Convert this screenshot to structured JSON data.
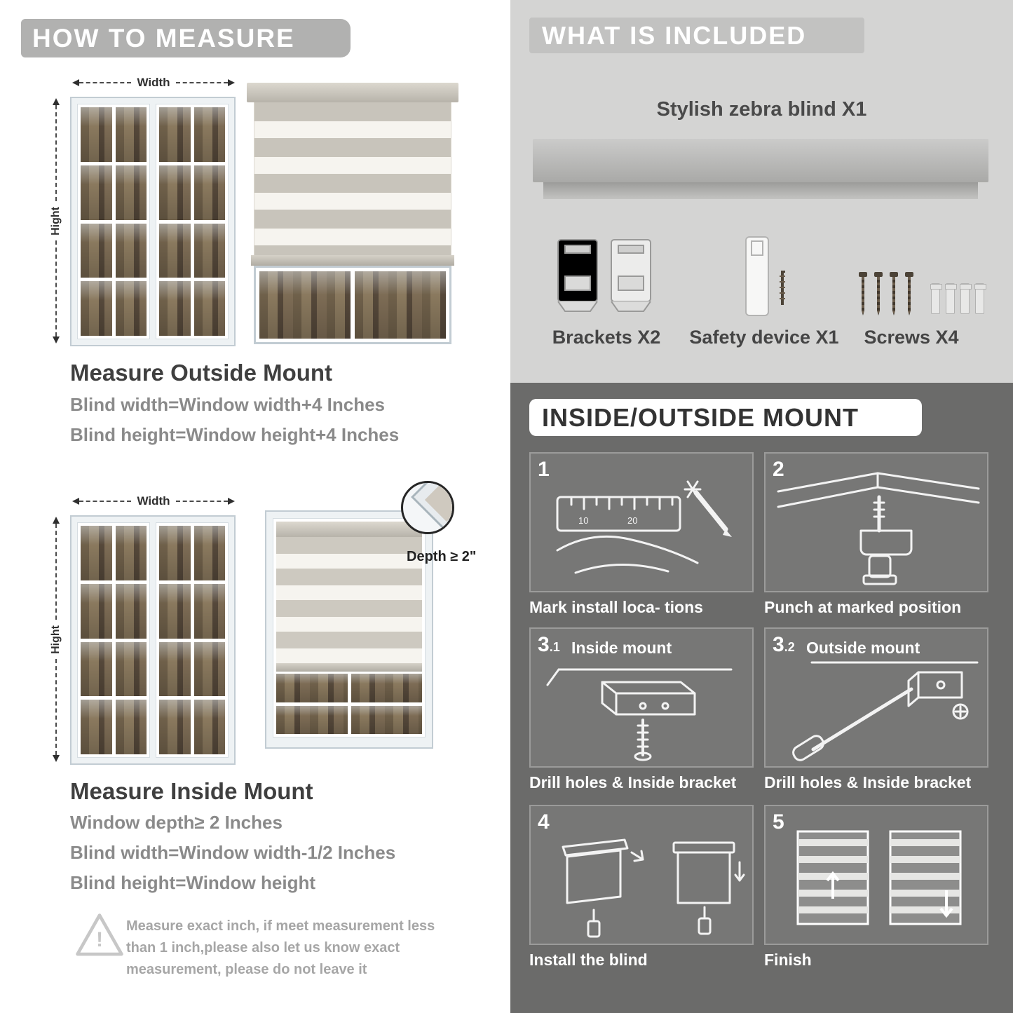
{
  "palette": {
    "light_gray": "#d4d4d3",
    "dark_gray": "#6b6b6a",
    "banner_gray": "#b1b1b0",
    "stripe_gray": "#c8c4bb",
    "stripe_cream": "#f6f4ef"
  },
  "left": {
    "header": "HOW TO MEASURE",
    "outside": {
      "width_label": "Width",
      "height_label": "Hight",
      "title": "Measure Outside Mount",
      "line1": "Blind width=Window width+4 Inches",
      "line2": "Blind height=Window height+4 Inches"
    },
    "inside": {
      "width_label": "Width",
      "height_label": "Hight",
      "depth_callout": "Depth ≥ 2\"",
      "title": "Measure Inside Mount",
      "line1": "Window depth≥ 2 Inches",
      "line2": "Blind width=Window width-1/2 Inches",
      "line3": "Blind height=Window height"
    },
    "note": {
      "icon": "warning-triangle-icon",
      "text": "Measure exact inch, if meet measurement less than 1 inch,please also let us know exact measurement, please do not leave it"
    }
  },
  "included": {
    "header": "WHAT IS INCLUDED",
    "product": "Stylish zebra blind X1",
    "items": [
      {
        "icon": "brackets-icon",
        "label": "Brackets X2"
      },
      {
        "icon": "safety-device-icon",
        "label": "Safety device X1"
      },
      {
        "icon": "screws-icon",
        "label": "Screws X4"
      }
    ]
  },
  "mount": {
    "header": "INSIDE/OUTSIDE MOUNT",
    "steps": [
      {
        "number": "1",
        "caption": "Mark install loca- tions"
      },
      {
        "number": "2",
        "caption": "Punch at  marked position"
      },
      {
        "number": "3",
        "sub": ".1",
        "inner_title": "Inside mount",
        "caption": "Drill holes &  Inside bracket"
      },
      {
        "number": "3",
        "sub": ".2",
        "inner_title": "Outside mount",
        "caption": "Drill holes &  Inside bracket"
      },
      {
        "number": "4",
        "caption": "Install the blind"
      },
      {
        "number": "5",
        "caption": "Finish"
      }
    ]
  }
}
